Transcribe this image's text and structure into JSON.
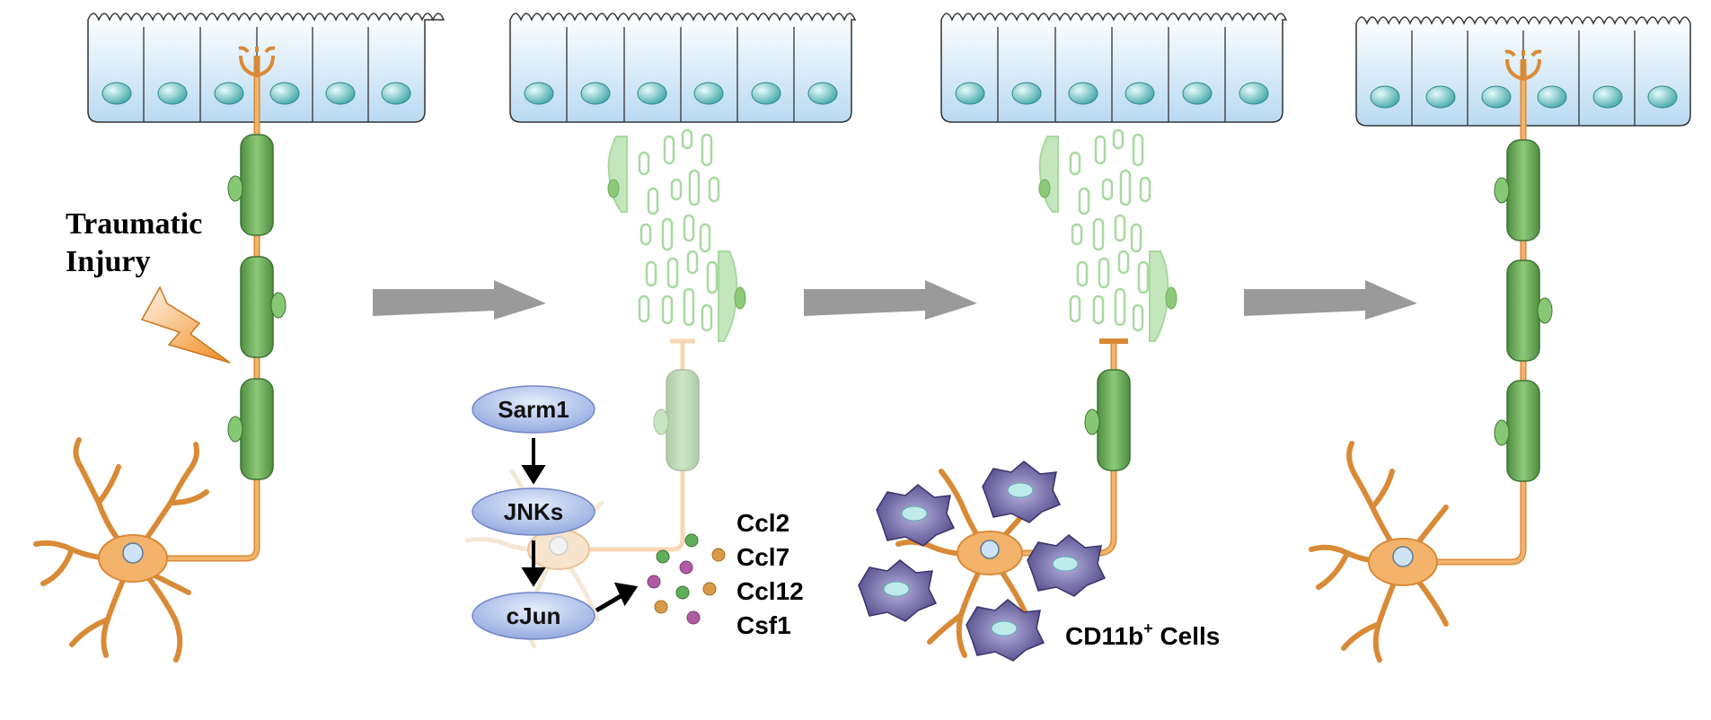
{
  "labels": {
    "injury_line1": "Traumatic",
    "injury_line2": "Injury",
    "pathway": [
      "Sarm1",
      "JNKs",
      "cJun"
    ],
    "cytokines": [
      "Ccl2",
      "Ccl7",
      "Ccl12",
      "Csf1"
    ],
    "immune_cells_main": "CD11b",
    "immune_cells_sup": "+",
    "immune_cells_suffix": " Cells"
  },
  "colors": {
    "epithelium_top": "#ffffff",
    "epithelium_bottom": "#b9daf2",
    "nucleus": "#6fc4c4",
    "myelin": "#6fae59",
    "myelin_fragment": "#a8d9a0",
    "neuron": "#f0a85a",
    "neuron_stroke": "#d98a36",
    "macrophage": "#6d64a8",
    "pill": "#a9bde8",
    "arrow_gray": "#9a9a9a"
  },
  "icons": [
    "epithelium",
    "olfactory-neuron",
    "myelin-sheath",
    "lightning-bolt-icon",
    "macrophage",
    "process-arrow-icon",
    "chemokine-dot"
  ]
}
